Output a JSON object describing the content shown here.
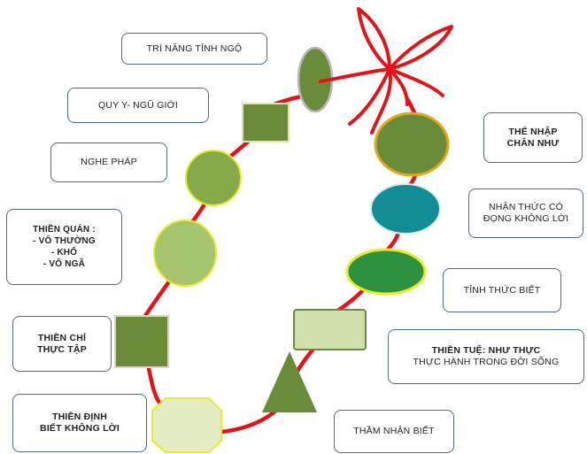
{
  "colors": {
    "string": "#e0151c",
    "olive_dark": "#6a8c3a",
    "olive_mid": "#86a94a",
    "olive_light": "#a6c46c",
    "pale_green": "#cfe0ad",
    "octagon_fill": "#e4ecc4",
    "teal": "#138c96",
    "bright_green": "#2e9140",
    "gold_outline": "#e2a818",
    "yellow_outline": "#e8ea2a",
    "grey_outline": "#b7b7b7",
    "box_border": "#4f6a84"
  },
  "labels": {
    "tri_nang": "TRÍ NĂNG TỈNH NGỘ",
    "quy_y": "QUY Y- NGŨ GIỚI",
    "nghe_phap": "NGHE PHÁP",
    "thien_quan": [
      "THIỀN QUÁN :",
      "- VÔ THƯỜNG",
      "- KHỔ",
      "- VÔ NGÃ"
    ],
    "thien_chi": [
      "THIỀN CHỈ",
      "THỰC TẬP"
    ],
    "thien_dinh": [
      "THIỀN ĐỊNH",
      "BIẾT KHÔNG LỜI"
    ],
    "the_nhap": [
      "THỂ NHẬP",
      "CHÂN NHƯ"
    ],
    "nhan_thuc": [
      "NHẬN THỨC CÓ",
      "ĐỌNG KHÔNG LỜI"
    ],
    "tinh_thuc": "TỈNH THỨC BIẾT",
    "thien_tue": [
      "THIỀN TUỆ: NHƯ THỰC",
      "THỰC HÀNH TRONG ĐỜI SỐNG"
    ],
    "tham_nhan": "THẦM NHẬN BIẾT"
  }
}
